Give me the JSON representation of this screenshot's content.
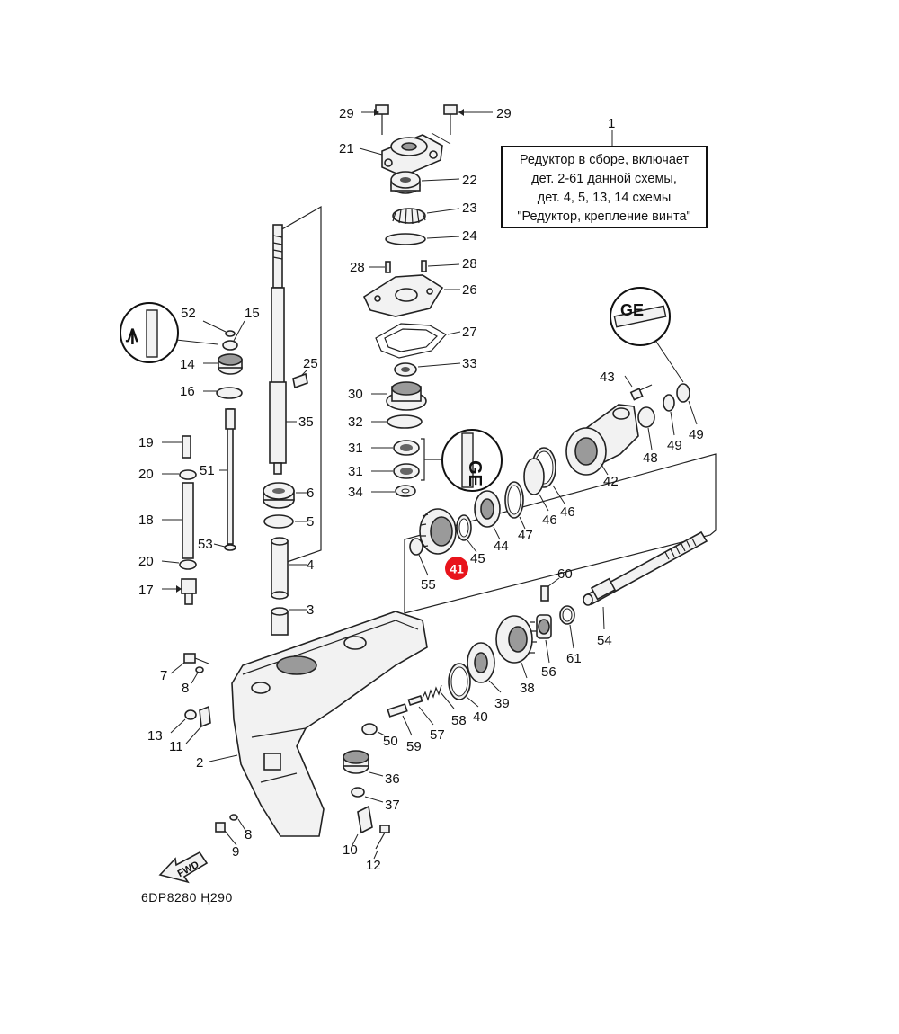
{
  "diagram": {
    "note": {
      "number": "1",
      "lines": [
        "Редуктор в сборе, включает",
        "дет. 2-61 данной схемы,",
        "дет. 4, 5, 13, 14 схемы",
        "\"Редуктор, крепление винта\""
      ]
    },
    "highlight": {
      "label": "41",
      "color": "#e8141c"
    },
    "drawing_code": "6DP8280 Ң290",
    "fwd_label": "FWD",
    "labels": [
      {
        "id": "29a",
        "text": "29"
      },
      {
        "id": "29b",
        "text": "29"
      },
      {
        "id": "21",
        "text": "21"
      },
      {
        "id": "22",
        "text": "22"
      },
      {
        "id": "23",
        "text": "23"
      },
      {
        "id": "24",
        "text": "24"
      },
      {
        "id": "28a",
        "text": "28"
      },
      {
        "id": "28b",
        "text": "28"
      },
      {
        "id": "26",
        "text": "26"
      },
      {
        "id": "27",
        "text": "27"
      },
      {
        "id": "33",
        "text": "33"
      },
      {
        "id": "30",
        "text": "30"
      },
      {
        "id": "32",
        "text": "32"
      },
      {
        "id": "31a",
        "text": "31"
      },
      {
        "id": "31b",
        "text": "31"
      },
      {
        "id": "34",
        "text": "34"
      },
      {
        "id": "52",
        "text": "52"
      },
      {
        "id": "15",
        "text": "15"
      },
      {
        "id": "14",
        "text": "14"
      },
      {
        "id": "16",
        "text": "16"
      },
      {
        "id": "25",
        "text": "25"
      },
      {
        "id": "35",
        "text": "35"
      },
      {
        "id": "19",
        "text": "19"
      },
      {
        "id": "20a",
        "text": "20"
      },
      {
        "id": "51",
        "text": "51"
      },
      {
        "id": "18",
        "text": "18"
      },
      {
        "id": "53",
        "text": "53"
      },
      {
        "id": "20b",
        "text": "20"
      },
      {
        "id": "17",
        "text": "17"
      },
      {
        "id": "6",
        "text": "6"
      },
      {
        "id": "5",
        "text": "5"
      },
      {
        "id": "4",
        "text": "4"
      },
      {
        "id": "3",
        "text": "3"
      },
      {
        "id": "43",
        "text": "43"
      },
      {
        "id": "49a",
        "text": "49"
      },
      {
        "id": "49b",
        "text": "49"
      },
      {
        "id": "48",
        "text": "48"
      },
      {
        "id": "42",
        "text": "42"
      },
      {
        "id": "46a",
        "text": "46"
      },
      {
        "id": "46b",
        "text": "46"
      },
      {
        "id": "47",
        "text": "47"
      },
      {
        "id": "44",
        "text": "44"
      },
      {
        "id": "45",
        "text": "45"
      },
      {
        "id": "55",
        "text": "55"
      },
      {
        "id": "60",
        "text": "60"
      },
      {
        "id": "54",
        "text": "54"
      },
      {
        "id": "61",
        "text": "61"
      },
      {
        "id": "56",
        "text": "56"
      },
      {
        "id": "38",
        "text": "38"
      },
      {
        "id": "39",
        "text": "39"
      },
      {
        "id": "40",
        "text": "40"
      },
      {
        "id": "58",
        "text": "58"
      },
      {
        "id": "57",
        "text": "57"
      },
      {
        "id": "59",
        "text": "59"
      },
      {
        "id": "50",
        "text": "50"
      },
      {
        "id": "36",
        "text": "36"
      },
      {
        "id": "37",
        "text": "37"
      },
      {
        "id": "7",
        "text": "7"
      },
      {
        "id": "8a",
        "text": "8"
      },
      {
        "id": "13",
        "text": "13"
      },
      {
        "id": "11",
        "text": "11"
      },
      {
        "id": "2",
        "text": "2"
      },
      {
        "id": "8b",
        "text": "8"
      },
      {
        "id": "9",
        "text": "9"
      },
      {
        "id": "10",
        "text": "10"
      },
      {
        "id": "12",
        "text": "12"
      }
    ]
  }
}
